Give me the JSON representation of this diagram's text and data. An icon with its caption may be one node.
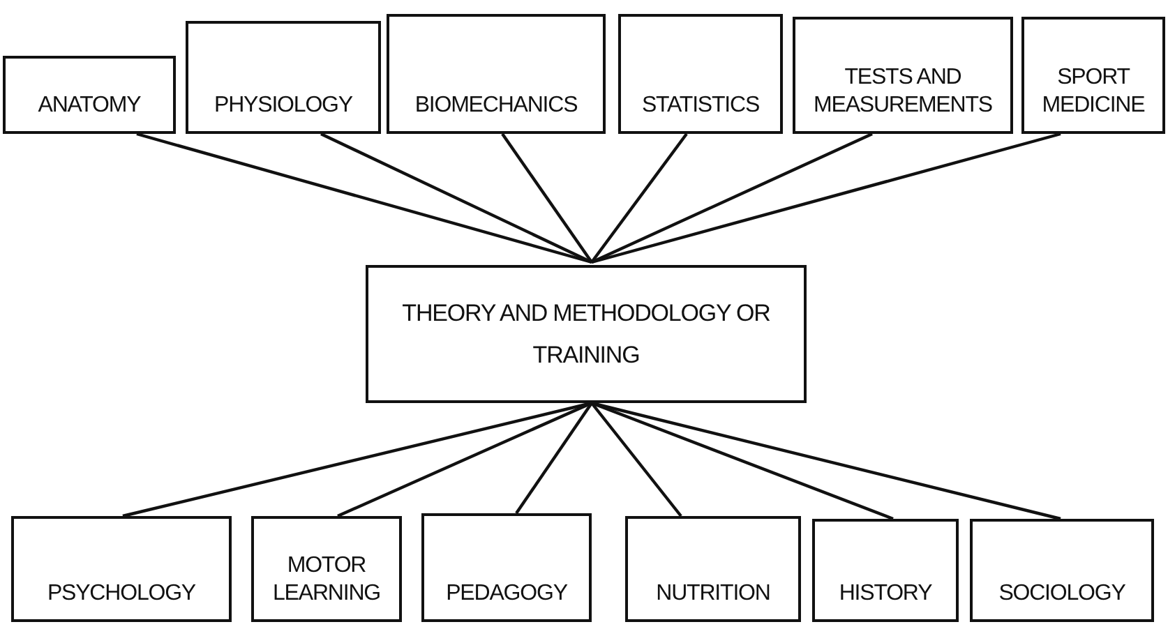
{
  "diagram": {
    "nodes": [
      {
        "text": [
          "ANATOMY"
        ]
      },
      {
        "text": [
          "PHYSIOLOGY"
        ]
      },
      {
        "text": [
          "BIOMECHANICS"
        ]
      },
      {
        "text": [
          "STATISTICS"
        ]
      },
      {
        "text": [
          "TESTS AND MEASUREMENTS"
        ]
      },
      {
        "text": [
          "SPORT MEDICINE"
        ]
      },
      {
        "text": [
          "THEORY AND METHODOLOGY OR TRAINING"
        ]
      },
      {
        "text": [
          "PSYCHOLOGY"
        ]
      },
      {
        "text": [
          "MOTOR LEARNING"
        ]
      },
      {
        "text": [
          "PEDAGOGY"
        ]
      },
      {
        "text": [
          "NUTRITION"
        ]
      },
      {
        "text": [
          "HISTORY"
        ]
      },
      {
        "text": [
          "SOCIOLOGY"
        ]
      }
    ],
    "edges": [
      {
        "from": 0,
        "to": 6,
        "arrow": "none"
      },
      {
        "from": 1,
        "to": 6,
        "arrow": "none"
      },
      {
        "from": 2,
        "to": 6,
        "arrow": "none"
      },
      {
        "from": 3,
        "to": 6,
        "arrow": "none"
      },
      {
        "from": 4,
        "to": 6,
        "arrow": "none"
      },
      {
        "from": 5,
        "to": 6,
        "arrow": "none"
      },
      {
        "from": 6,
        "to": 7,
        "arrow": "none"
      },
      {
        "from": 6,
        "to": 8,
        "arrow": "none"
      },
      {
        "from": 6,
        "to": 9,
        "arrow": "none"
      },
      {
        "from": 6,
        "to": 10,
        "arrow": "none"
      },
      {
        "from": 6,
        "to": 11,
        "arrow": "none"
      },
      {
        "from": 6,
        "to": 12,
        "arrow": "none"
      }
    ]
  }
}
